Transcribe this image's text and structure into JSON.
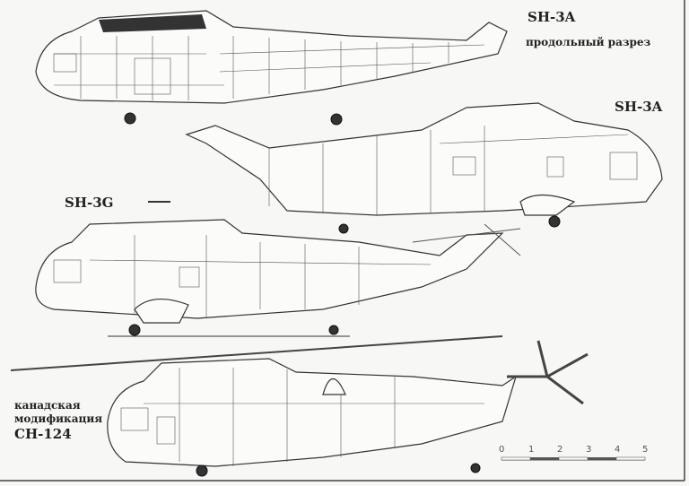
{
  "labels": {
    "sh3a_cutaway_title": "SH-3A",
    "sh3a_cutaway_subtitle": "продольный разрез",
    "sh3a_side_title": "SH-3A",
    "sh3g_title": "SH-3G",
    "ch124_line1": "канадская",
    "ch124_line2": "модификация",
    "ch124_title": "CH-124"
  },
  "scale_bar": {
    "ticks": [
      "0",
      "1",
      "2",
      "3",
      "4",
      "5"
    ]
  }
}
